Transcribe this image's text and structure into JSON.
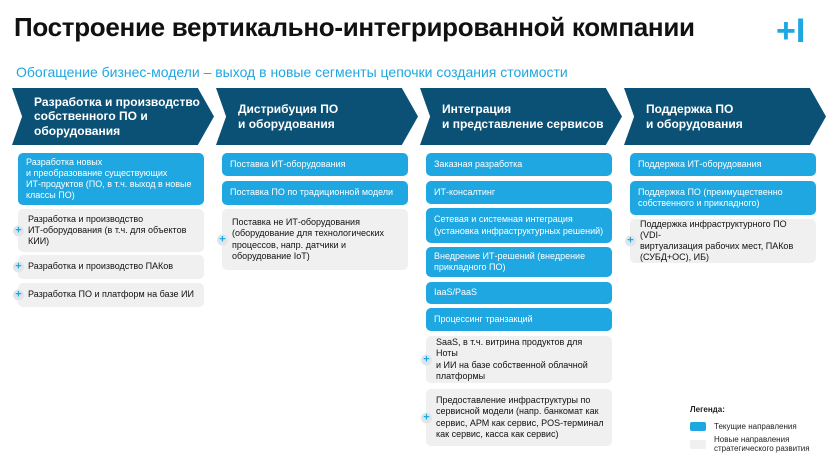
{
  "title": "Построение вертикально-интегрированной компании",
  "logo": "+I",
  "subtitle": "Обогащение бизнес-модели – выход в новые сегменты цепочки создания стоимости",
  "colors": {
    "dark": "#0b5176",
    "blue": "#1ea7e1",
    "gray": "#f0f0f0"
  },
  "columns": [
    {
      "header": "Разработка и производство\nсобственного ПО и\nоборудования",
      "items": [
        {
          "type": "current",
          "text": "Разработка новых\nи преобразование существующих\nИТ-продуктов (ПО, в т.ч. выход в новые\nклассы ПО)"
        },
        {
          "type": "new",
          "text": "Разработка и производство\nИТ-оборудования (в т.ч. для объектов\nКИИ)"
        },
        {
          "type": "new",
          "text": "Разработка и производство ПАКов"
        },
        {
          "type": "new",
          "text": "Разработка ПО и платформ на базе ИИ"
        }
      ]
    },
    {
      "header": "Дистрибуция ПО\nи оборудования",
      "items": [
        {
          "type": "current",
          "text": "Поставка ИТ-оборудования"
        },
        {
          "type": "current",
          "text": "Поставка ПО по традиционной модели"
        },
        {
          "type": "new",
          "text": "Поставка не ИТ-оборудования\n(оборудование для технологических\nпроцессов, напр. датчики и\nоборудование IoT)"
        }
      ]
    },
    {
      "header": "Интеграция\nи представление сервисов",
      "items": [
        {
          "type": "current",
          "text": "Заказная разработка"
        },
        {
          "type": "current",
          "text": "ИТ-консалтинг"
        },
        {
          "type": "current",
          "text": "Сетевая и системная интеграция\n(установка инфраструктурных решений)"
        },
        {
          "type": "current",
          "text": "Внедрение ИТ-решений (внедрение\nприкладного ПО)"
        },
        {
          "type": "current",
          "text": "IaaS/PaaS"
        },
        {
          "type": "current",
          "text": "Процессинг транзакций"
        },
        {
          "type": "new",
          "text": "SaaS, в т.ч. витрина продуктов для Ноты\nи ИИ на базе собственной облачной\nплатформы"
        },
        {
          "type": "new",
          "text": "Предоставление инфраструктуры по\nсервисной модели (напр. банкомат как\nсервис, АРМ как сервис, POS-терминал\nкак сервис, касса как сервис)"
        }
      ]
    },
    {
      "header": "Поддержка ПО\nи оборудования",
      "items": [
        {
          "type": "current",
          "text": "Поддержка ИТ-оборудования"
        },
        {
          "type": "current",
          "text": "Поддержка ПО (преимущественно\nсобственного и прикладного)"
        },
        {
          "type": "new",
          "text": "Поддержка инфраструктурного ПО (VDI-\nвиртуализация рабочих мест, ПАКов\n(СУБД+ОС), ИБ)"
        }
      ]
    }
  ],
  "legend": {
    "title": "Легенда:",
    "current": "Текущие направления",
    "new": "Новые направления\nстратегического развития"
  }
}
